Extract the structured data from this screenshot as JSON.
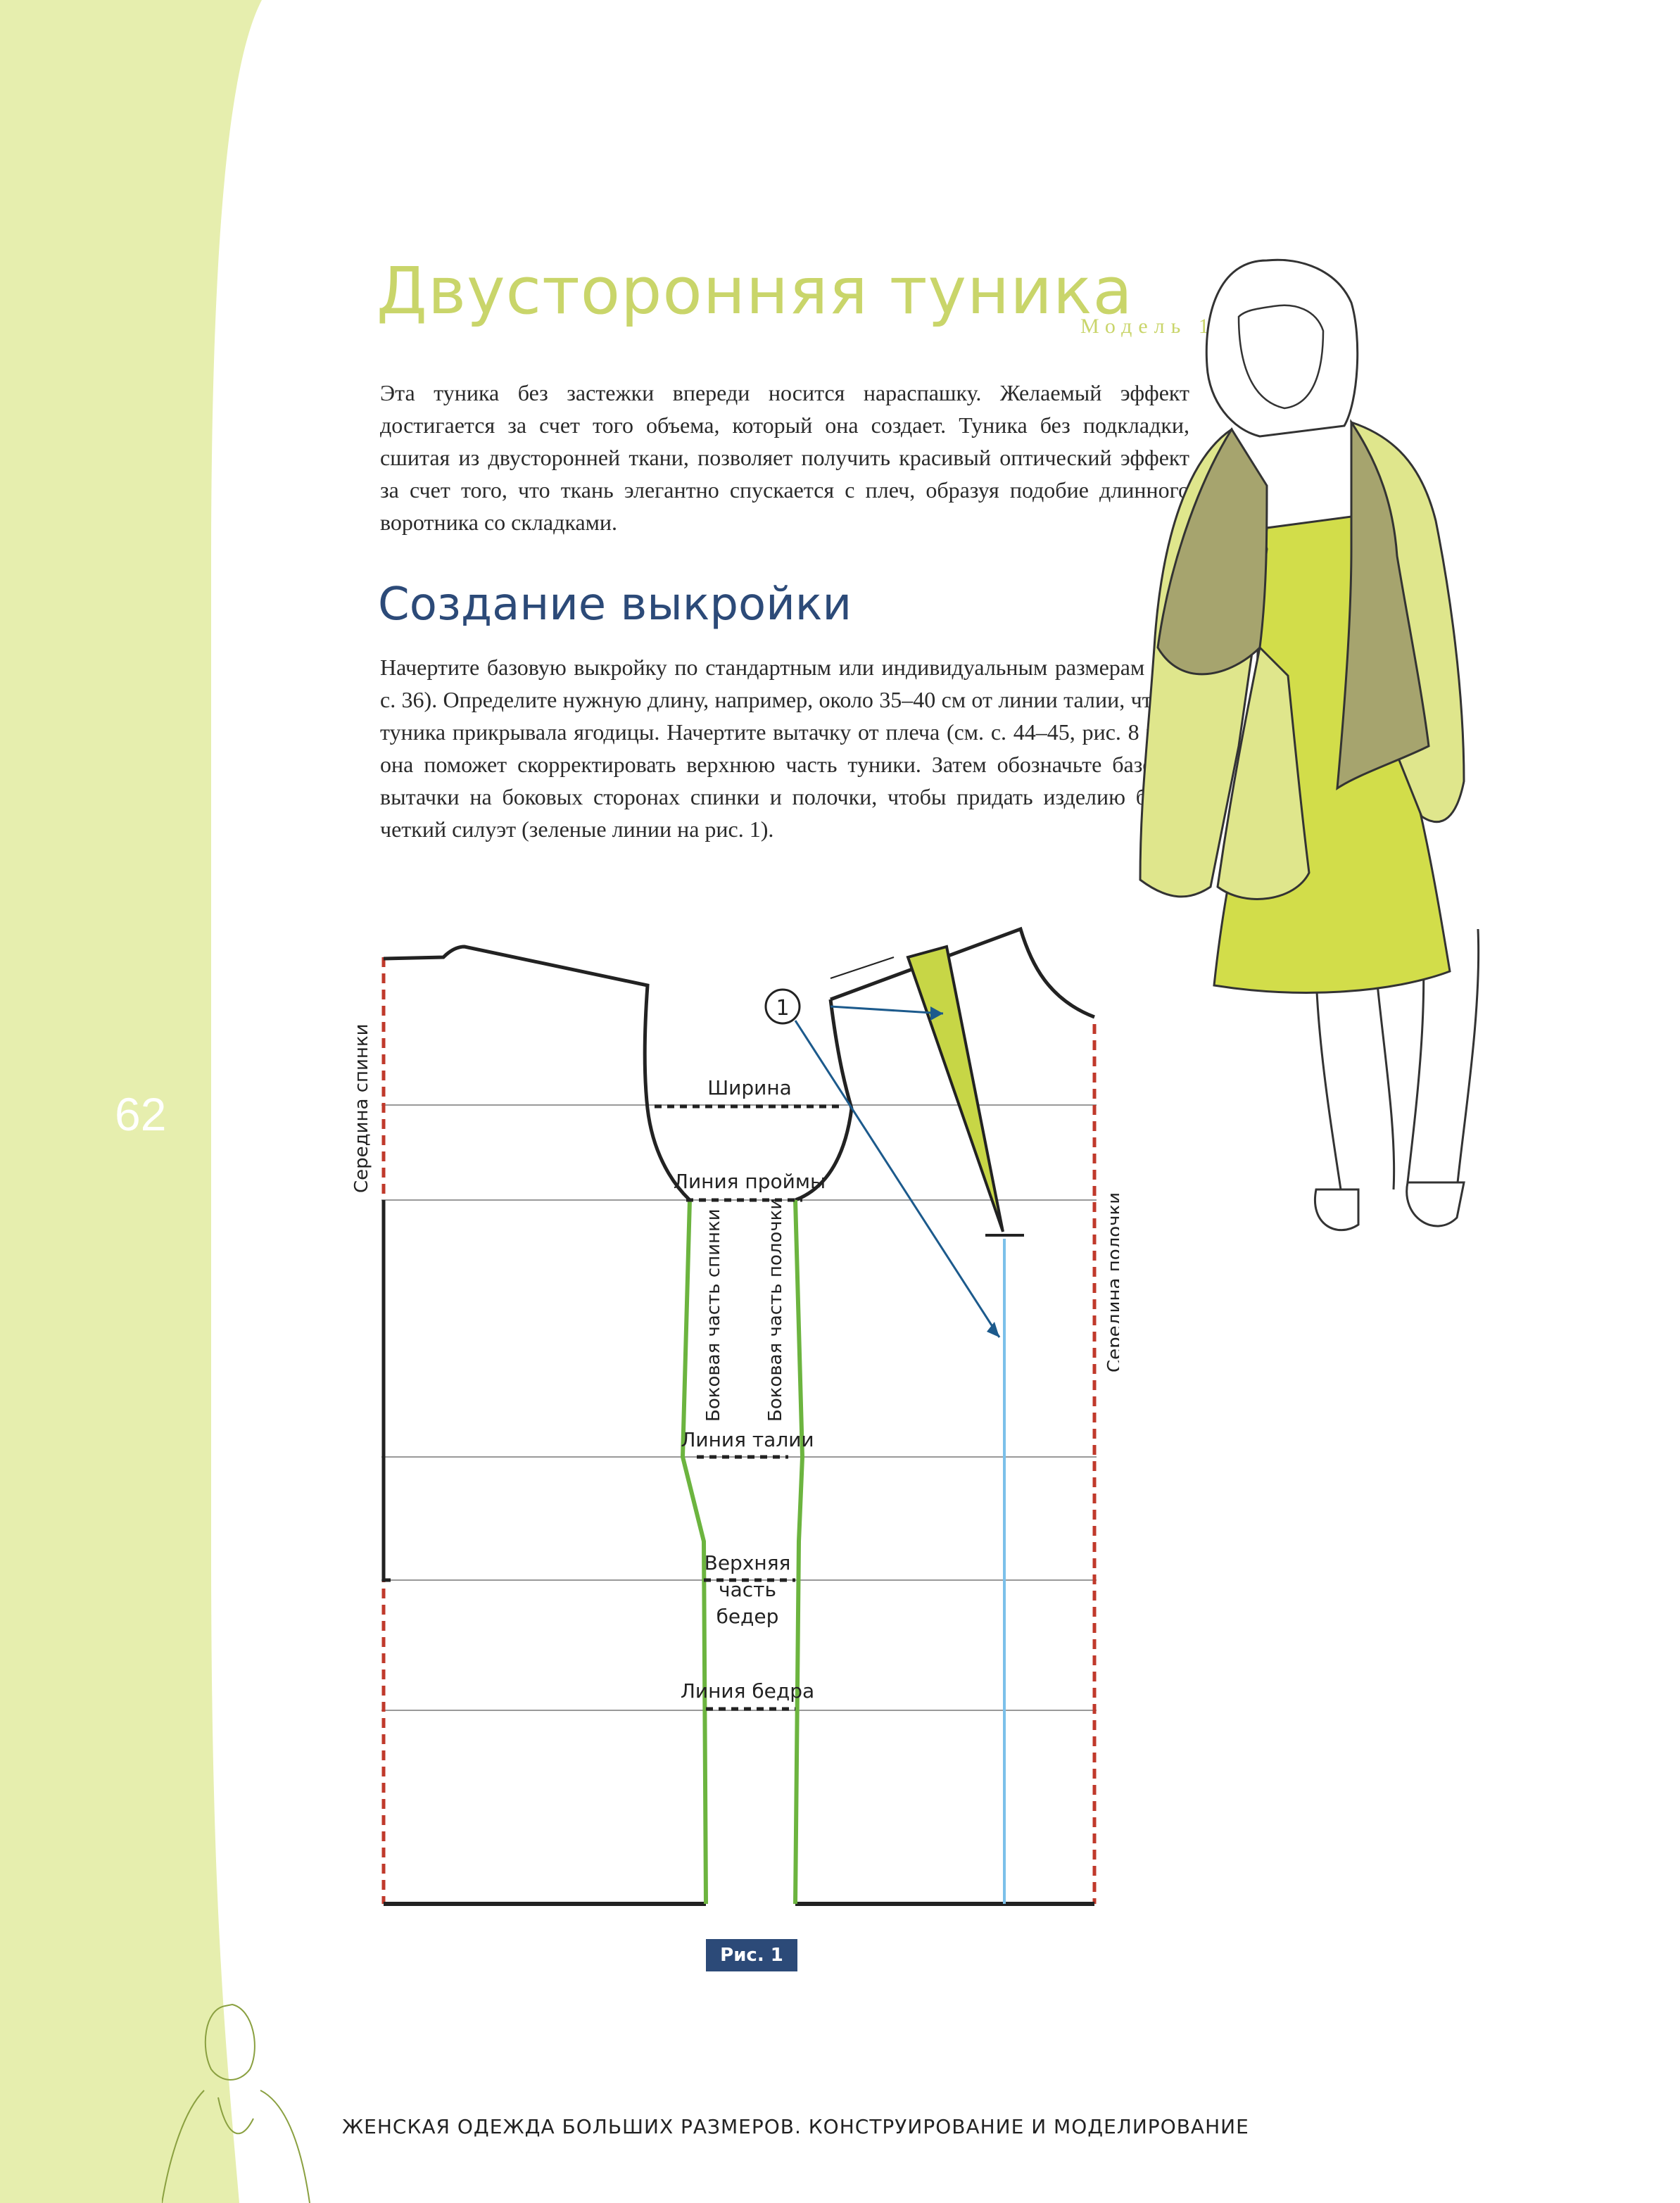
{
  "page": {
    "number": "62",
    "title": "Двусторонняя туника",
    "model_label": "Модель 1",
    "intro_text": "Эта туника без застежки впереди носится нараспашку. Желаемый эффект достигается за счет того объема, который она создает. Туника без подкладки, сшитая из двусторонней ткани, позволяет получить красивый оптический эффект за счет того, что ткань элегантно спускается с плеч, образуя подобие длинного воротника со складками.",
    "section_title": "Создание выкройки",
    "section_text": "Начертите базовую выкройку по стандартным или индивидуальным размерам (см. с. 36). Определите нужную длину, например, около 35–40 см от линии талии, чтобы туника прикрывала ягодицы. Начертите вытачку от плеча (см. с. 44–45, рис. 8 и 9), она поможет скорректировать верхнюю часть туники. Затем обозначьте базовые вытачки на боковых сторонах спинки и полочки, чтобы придать изделию более четкий силуэт (зеленые линии на рис. 1).",
    "figure_label": "Рис. 1",
    "footer": "ЖЕНСКАЯ ОДЕЖДА БОЛЬШИХ РАЗМЕРОВ. КОНСТРУИРОВАНИЕ И МОДЕЛИРОВАНИЕ"
  },
  "diagram": {
    "marker": "1",
    "labels": {
      "center_back": "Середина спинки",
      "center_front": "Середина полочки",
      "width": "Ширина",
      "armhole_line": "Линия проймы",
      "back_side": "Боковая часть спинки",
      "front_side": "Боковая часть полочки",
      "waist_line": "Линия талии",
      "upper_hip_1": "Верхняя",
      "upper_hip_2": "часть",
      "upper_hip_3": "бедер",
      "hip_line": "Линия бедра"
    }
  },
  "colors": {
    "side_band": "#e6eeae",
    "title_green": "#c9d56a",
    "heading_blue": "#2c4a78",
    "dart_green": "#c7d646",
    "side_seam_green": "#6cb43f",
    "center_line_red": "#c0392b",
    "guide_blue": "#1c5a8c",
    "light_blue": "#7cc0ea",
    "jacket": "#dfe68c",
    "lapel": "#a6a46e",
    "dress": "#d2dd4a"
  }
}
